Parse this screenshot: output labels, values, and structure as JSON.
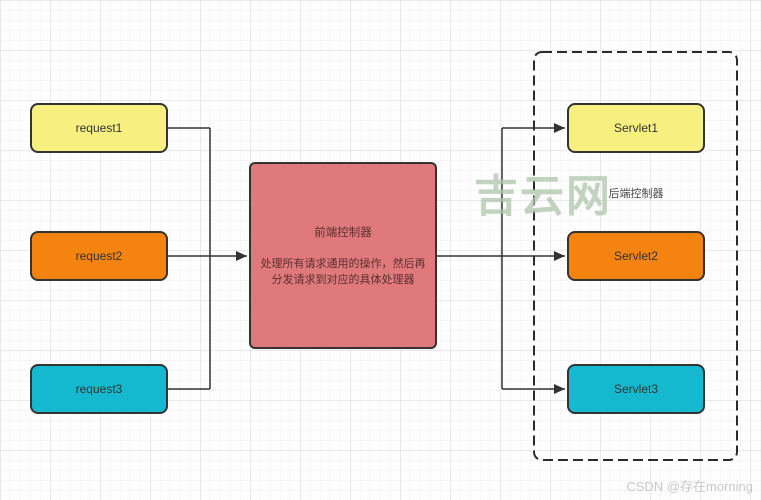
{
  "diagram": {
    "requests": [
      {
        "label": "request1",
        "color": "#F7F080"
      },
      {
        "label": "request2",
        "color": "#F5830F"
      },
      {
        "label": "request3",
        "color": "#14B9CF"
      }
    ],
    "front_controller": {
      "title": "前端控制器",
      "description": "处理所有请求通用的操作，然后再分发请求到对应的具体处理器",
      "color": "#E0797B"
    },
    "backend_group": {
      "label": "后端控制器",
      "servlets": [
        {
          "label": "Servlet1",
          "color": "#F7F080"
        },
        {
          "label": "Servlet2",
          "color": "#F5830F"
        },
        {
          "label": "Servlet3",
          "color": "#14B9CF"
        }
      ]
    },
    "edges": [
      {
        "from": "request1",
        "to": "前端控制器"
      },
      {
        "from": "request2",
        "to": "前端控制器"
      },
      {
        "from": "request3",
        "to": "前端控制器"
      },
      {
        "from": "前端控制器",
        "to": "Servlet1"
      },
      {
        "from": "前端控制器",
        "to": "Servlet2"
      },
      {
        "from": "前端控制器",
        "to": "Servlet3"
      }
    ]
  },
  "watermark": {
    "text": "吉云网",
    "color": "#AFC6AC"
  },
  "credit": {
    "text": "CSDN @存在morning",
    "color": "#C9C9C9"
  },
  "colors": {
    "node_border": "#333333",
    "connector": "#333333",
    "dashed_border": "#2B2B2B",
    "grid_background": "#FEFEFE"
  }
}
